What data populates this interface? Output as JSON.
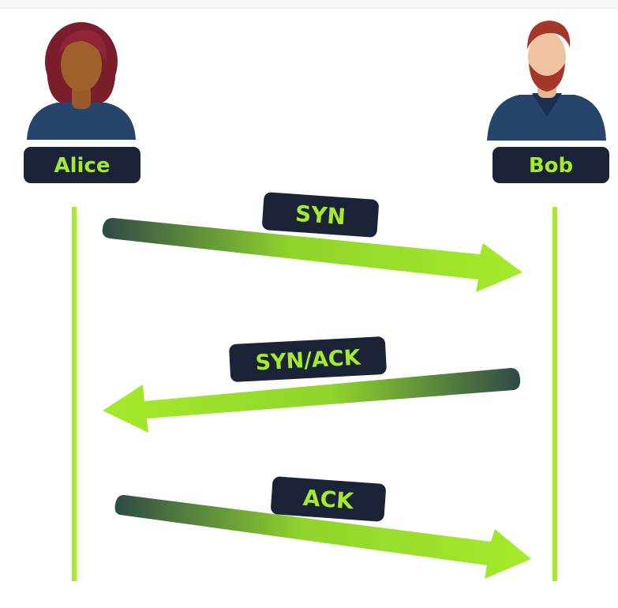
{
  "participants": {
    "left": {
      "name": "Alice"
    },
    "right": {
      "name": "Bob"
    }
  },
  "messages": [
    {
      "label": "SYN",
      "direction": "left-to-right"
    },
    {
      "label": "SYN/ACK",
      "direction": "right-to-left"
    },
    {
      "label": "ACK",
      "direction": "left-to-right"
    }
  ],
  "colors": {
    "accent_green": "#a6ea2c",
    "pill_dark": "#1b2436",
    "arrow_tail_dark": "#2e4a47"
  }
}
